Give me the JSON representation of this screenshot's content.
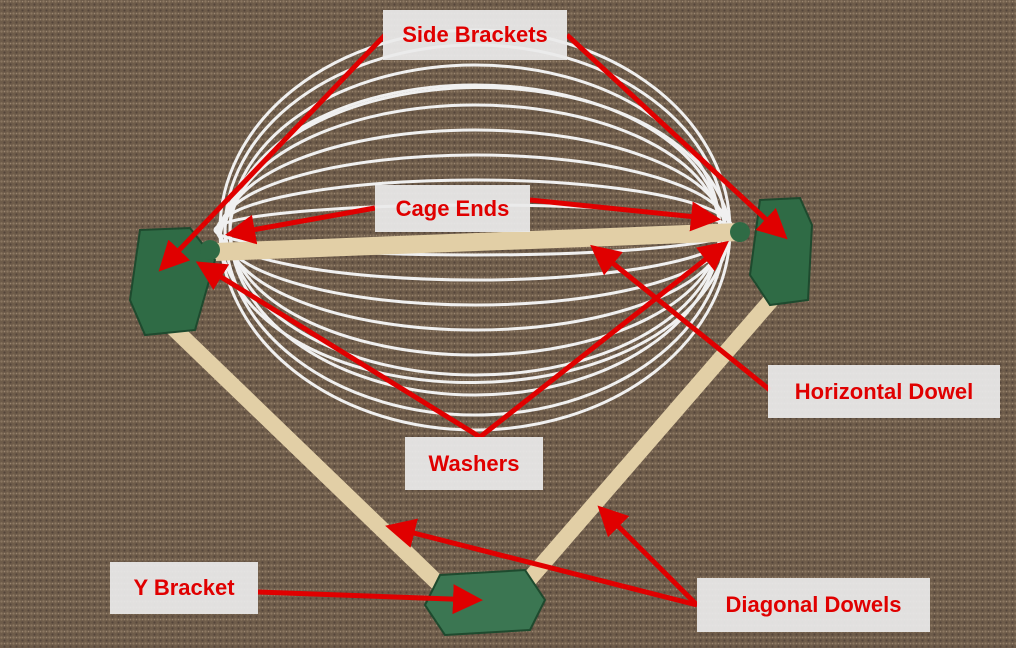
{
  "labels": {
    "side_brackets": "Side Brackets",
    "cage_ends": "Cage Ends",
    "horizontal_dowel": "Horizontal Dowel",
    "washers": "Washers",
    "y_bracket": "Y Bracket",
    "diagonal_dowels": "Diagonal Dowels"
  },
  "colors": {
    "label_text": "#e00000",
    "arrow": "#e00000",
    "bracket": "#2f6b45",
    "dowel": "#e2cfa6",
    "cage_wire": "#f2f2f2",
    "carpet": "#6e5c4a"
  }
}
